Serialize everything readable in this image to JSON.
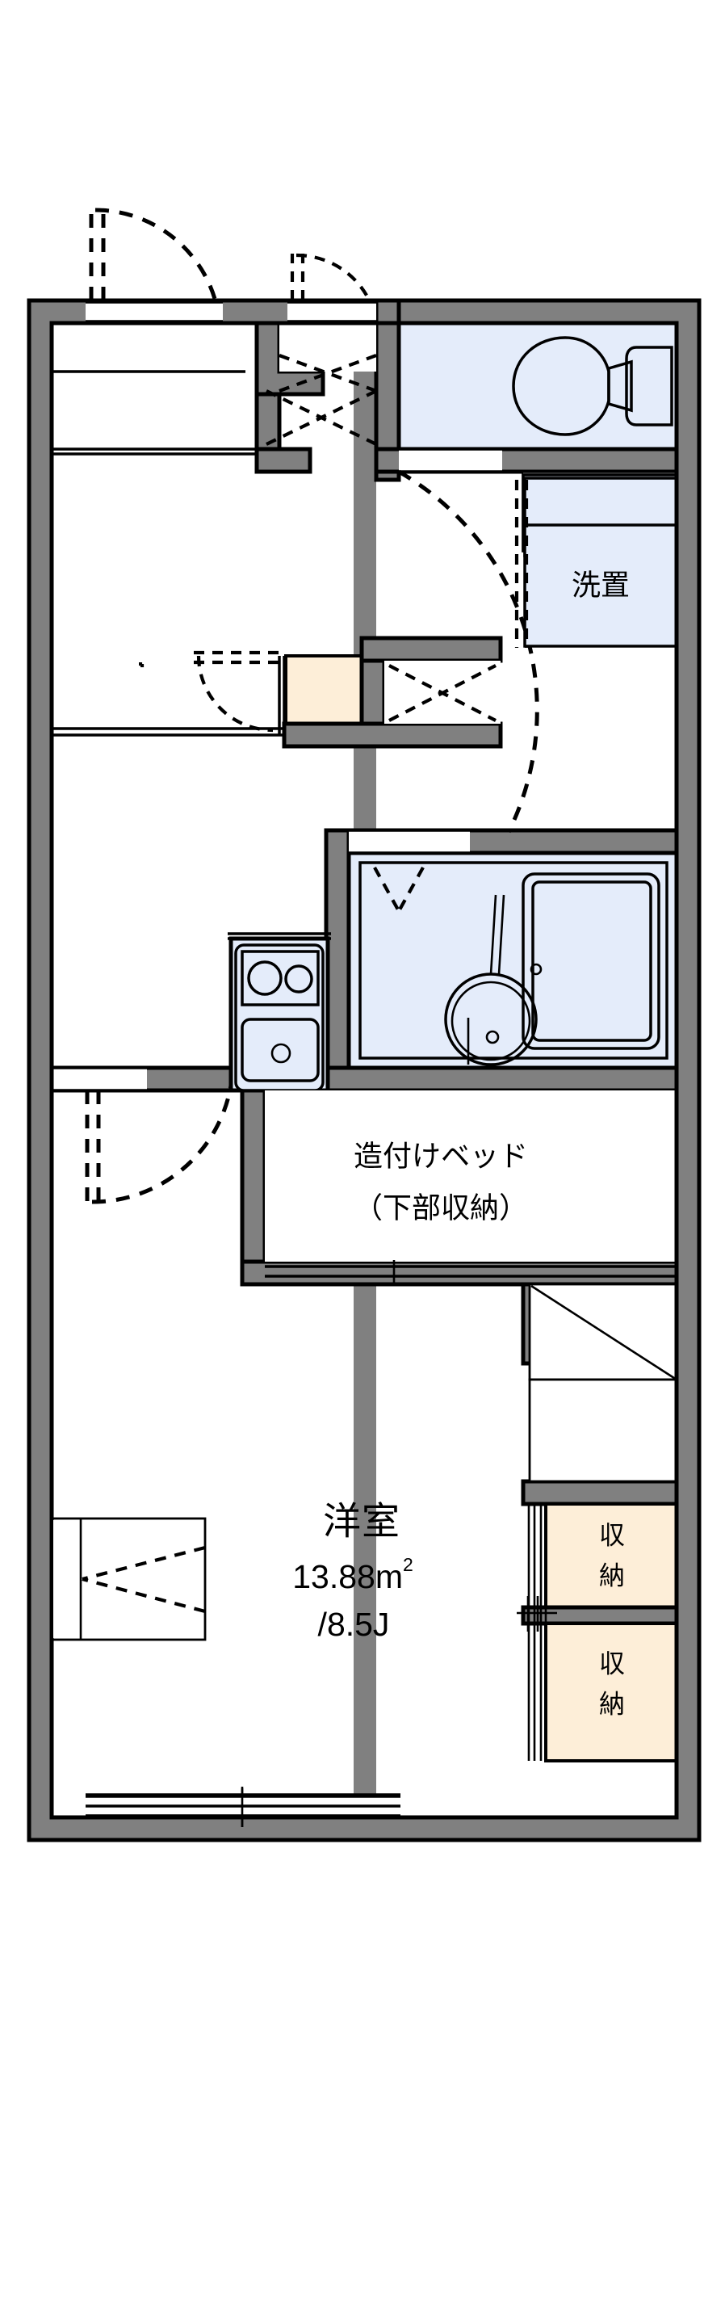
{
  "document": {
    "kind": "floor-plan",
    "plan_type": "1K apartment floor plan",
    "background_color": "#ffffff",
    "wall_color": "#808080",
    "wet_area_color": "#e4ecfa",
    "tatami_color": "#fdeed8",
    "line_color": "#000000"
  },
  "rooms": {
    "main_room": {
      "name": "洋室",
      "area_value": "13.88m",
      "area_superscript": "2",
      "jo_size": "/8.5J"
    },
    "built_in_bed": {
      "line1": "造付けベッド",
      "line2": "（下部収納）"
    },
    "laundry": {
      "label": "洗置"
    },
    "closet_upper": {
      "label_line1": "収",
      "label_line2": "納"
    },
    "closet_lower": {
      "label_line1": "収",
      "label_line2": "納"
    }
  },
  "fixtures": {
    "toilet": "toilet-fixture",
    "stove": "gas-stove-two-burner",
    "kitchen_sink": "kitchen-sink",
    "bathtub": "bathtub",
    "washbasin": "round-washbasin",
    "washing_machine_space": "washing-machine-space",
    "genkan_tile": "entrance-tile",
    "entrance_door": "entrance-swing-door",
    "balcony_window": "balcony-sliding-window",
    "side_window": "side-window",
    "closet_doors": "closet-sliding-doors"
  }
}
